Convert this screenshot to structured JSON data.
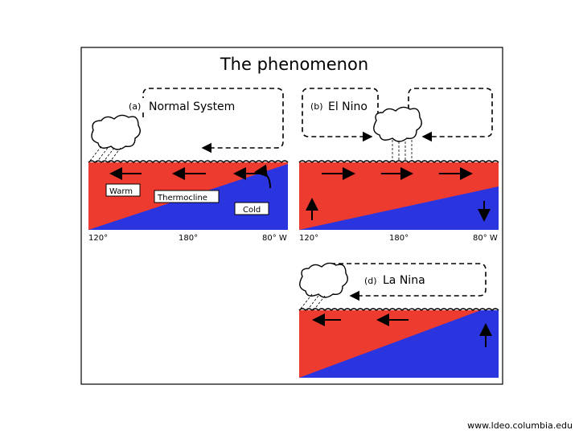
{
  "title": "The phenomenon",
  "panels": {
    "normal": {
      "label_tag": "(a)",
      "label_text": "Normal System",
      "warm_label": "Warm",
      "thermocline_label": "Thermocline",
      "cold_label": "Cold",
      "axis_left": "120°",
      "axis_mid": "180°",
      "axis_right": "80° W"
    },
    "elnino": {
      "label_tag": "(b)",
      "label_text": "El Nino",
      "axis_left": "120°",
      "axis_mid": "180°",
      "axis_right": "80° W"
    },
    "lanina": {
      "label_tag": "(d)",
      "label_text": "La Nina"
    }
  },
  "credit": "www.ldeo.columbia.edu",
  "colors": {
    "warm": "#ee3b2f",
    "cold": "#2a35e0",
    "frame": "#000000"
  }
}
